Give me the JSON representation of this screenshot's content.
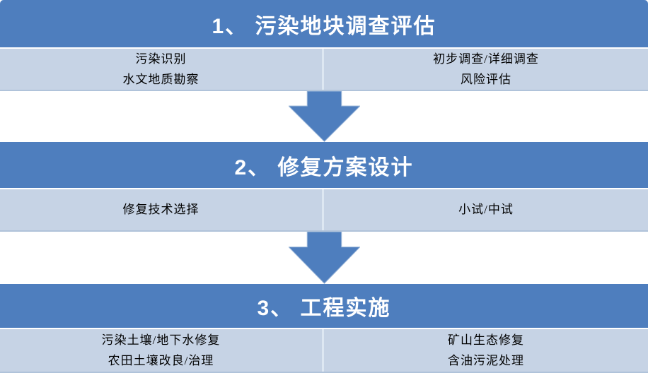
{
  "colors": {
    "header_bg": "#4e7ebe",
    "row_bg": "#c6d3e5",
    "row_border": "#b0c3da",
    "divider": "#dde7f2",
    "header_text": "#ffffff",
    "body_text": "#000000",
    "arrow_fill": "#4e7ebe",
    "arrow_stroke": "#9fb9da",
    "page_bg": "#ffffff"
  },
  "icons": {
    "between_stages": "arrow-down-icon"
  },
  "sections": [
    {
      "title": "1、 污染地块调查评估",
      "rows": [
        {
          "left": "污染识别",
          "right": "初步调查/详细调查"
        },
        {
          "left": "水文地质勘察",
          "right": "风险评估"
        }
      ]
    },
    {
      "title": "2、 修复方案设计",
      "rows": [
        {
          "left": "修复技术选择",
          "right": "小试/中试"
        }
      ]
    },
    {
      "title": "3、 工程实施",
      "rows": [
        {
          "left": "污染土壤/地下水修复",
          "right": "矿山生态修复"
        },
        {
          "left": "农田土壤改良/治理",
          "right": "含油污泥处理"
        }
      ]
    }
  ]
}
